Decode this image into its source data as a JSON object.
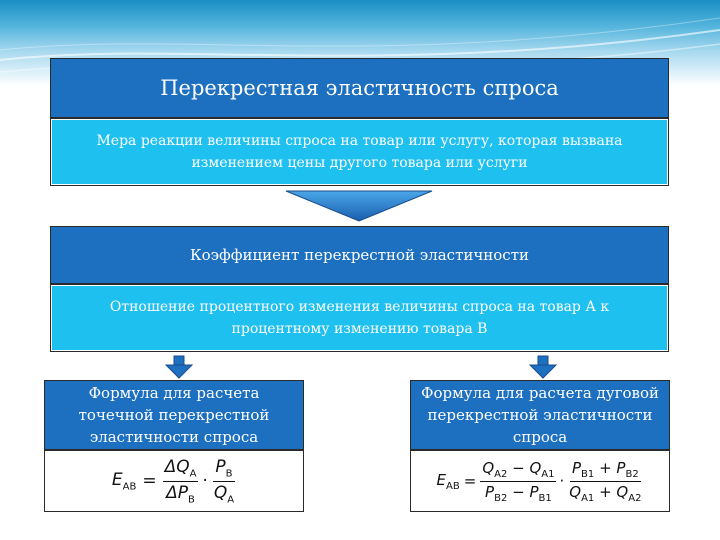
{
  "box1": {
    "title": "Перекрестная эластичность спроса",
    "body_line1": "Мера реакции величины спроса на товар или услугу, которая вызвана",
    "body_line2": "изменением цены другого товара или услуги"
  },
  "box2": {
    "title": "Коэффициент  перекрестной эластичности",
    "body_line1": "Отношение процентного изменения величины спроса на товар А к",
    "body_line2": "процентному изменению товара В"
  },
  "left": {
    "line1": "Формула для расчета",
    "line2": "точечной перекрестной",
    "line3": "эластичности спроса"
  },
  "right": {
    "line1": "Формула для расчета дуговой",
    "line2": "перекрестной эластичности",
    "line3": "спроса"
  },
  "formula_point": {
    "lhs": "E",
    "lhs_sub": "AB",
    "num1": "ΔQ",
    "num1_sub": "A",
    "den1": "ΔP",
    "den1_sub": "B",
    "num2": "P",
    "num2_sub": "B",
    "den2": "Q",
    "den2_sub": "A"
  },
  "formula_arc": {
    "lhs": "E",
    "lhs_sub": "AB",
    "num1": "Q",
    "num1_sub_a": "A2",
    "num1_minus": "−",
    "num1_b": "Q",
    "num1_sub_b": "A1",
    "den1": "P",
    "den1_sub_a": "B2",
    "den1_minus": "−",
    "den1_b": "P",
    "den1_sub_b": "B1",
    "num2": "P",
    "num2_sub_a": "B1",
    "num2_plus": "+",
    "num2_b": "P",
    "num2_sub_b": "B2",
    "den2": "Q",
    "den2_sub_a": "A1",
    "den2_plus": "+",
    "den2_b": "Q",
    "den2_sub_b": "A2"
  },
  "colors": {
    "dark_blue": "#1d6fbf",
    "light_blue": "#1ec0f0"
  }
}
